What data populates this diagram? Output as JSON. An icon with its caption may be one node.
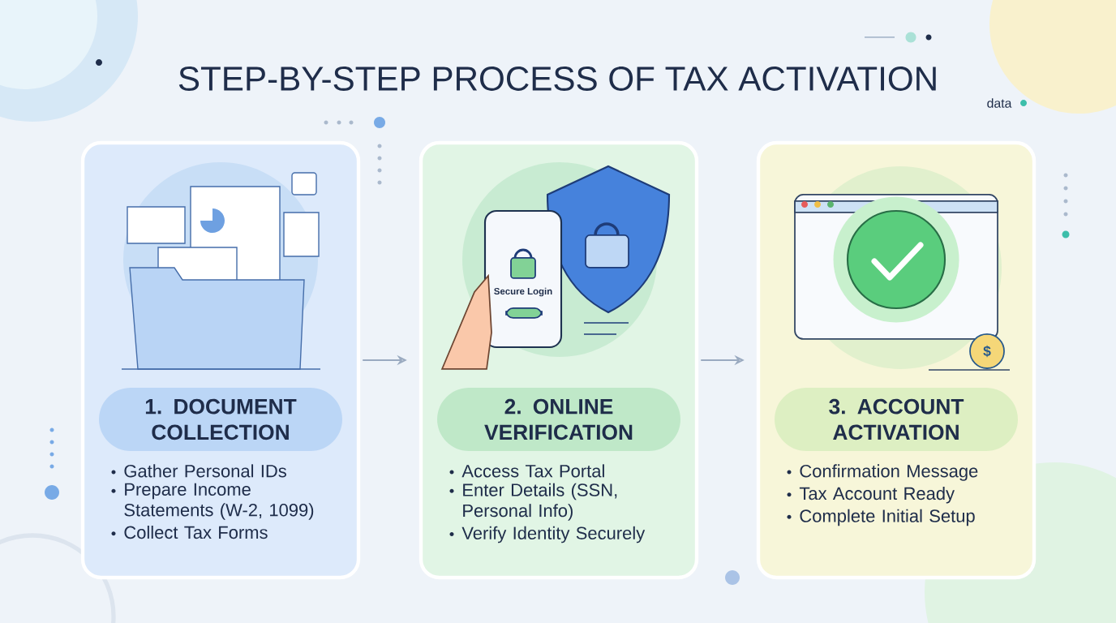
{
  "diagram": {
    "title": "STEP-BY-STEP PROCESS OF TAX ACTIVATION",
    "nodes": [
      {
        "text": [
          "1. DOCUMENT COLLECTION",
          "Gather Personal IDs",
          "Prepare Income Statements (W-2, 1099)",
          "Collect Tax Forms"
        ]
      },
      {
        "text": [
          "2. ONLINE VERIFICATION",
          "Access Tax Portal",
          "Enter Details (SSN, Personal Info)",
          "Verify Identity Securely"
        ]
      },
      {
        "text": [
          "3. ACCOUNT ACTIVATION",
          "Confirmation Message",
          "Tax Account Ready",
          "Complete Initial Setup"
        ]
      }
    ],
    "edges": [
      {
        "from": 0,
        "to": 1,
        "arrow": "to"
      },
      {
        "from": 1,
        "to": 2,
        "arrow": "to"
      }
    ],
    "labels": [
      "data",
      "Secure Login",
      "$"
    ]
  }
}
